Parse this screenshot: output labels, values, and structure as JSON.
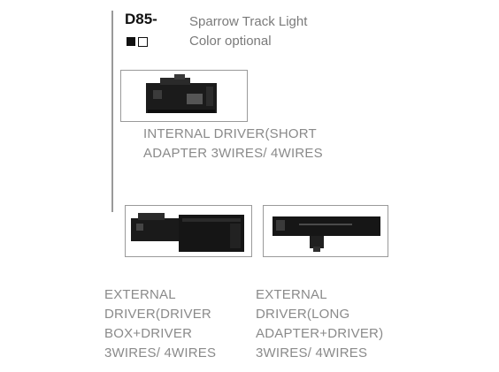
{
  "product": {
    "code": "D85-",
    "name": "Sparrow Track Light",
    "color_note": "Color optional",
    "colors": [
      "#111111",
      "#ffffff"
    ]
  },
  "options": [
    {
      "caption_lines": [
        "INTERNAL DRIVER(SHORT",
        "ADAPTER 3WIRES/ 4WIRES"
      ]
    },
    {
      "caption_lines": [
        "EXTERNAL",
        "DRIVER(DRIVER",
        "BOX+DRIVER",
        "3WIRES/ 4WIRES"
      ]
    },
    {
      "caption_lines": [
        "EXTERNAL",
        "DRIVER(LONG",
        "ADAPTER+DRIVER)",
        "3WIRES/ 4WIRES"
      ]
    }
  ]
}
